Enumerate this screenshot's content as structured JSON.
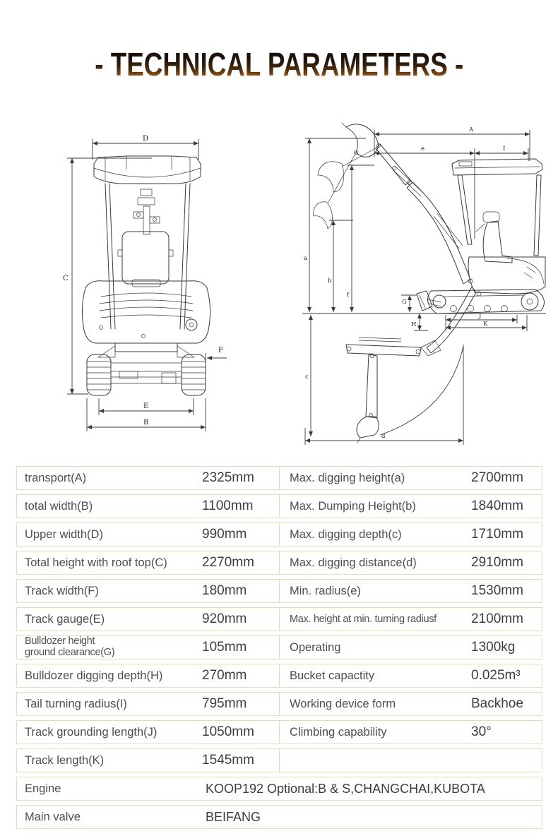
{
  "title": "- TECHNICAL PARAMETERS -",
  "diagram": {
    "front": [
      "D",
      "C",
      "F",
      "E",
      "B"
    ],
    "side": [
      "A",
      "e",
      "I",
      "a",
      "b",
      "f",
      "G",
      "H",
      "J",
      "K",
      "c",
      "d"
    ]
  },
  "table": {
    "rows": [
      {
        "l_label": "transport(A)",
        "l_value": "2325mm",
        "r_label": "Max. digging height(a)",
        "r_value": "2700mm"
      },
      {
        "l_label": "total width(B)",
        "l_value": "1100mm",
        "r_label": "Max. Dumping Height(b)",
        "r_value": "1840mm"
      },
      {
        "l_label": "Upper width(D)",
        "l_value": "990mm",
        "r_label": "Max. digging depth(c)",
        "r_value": "1710mm"
      },
      {
        "l_label": "Total height with roof top(C)",
        "l_value": "2270mm",
        "r_label": "Max. digging distance(d)",
        "r_value": "2910mm"
      },
      {
        "l_label": "Track width(F)",
        "l_value": "180mm",
        "r_label": "Min. radius(e)",
        "r_value": "1530mm"
      },
      {
        "l_label": "Track gauge(E)",
        "l_value": "920mm",
        "r_label": "Max. height at min. turning radiusf",
        "r_value": "2100mm"
      },
      {
        "l_label": "Bulldozer height\nground clearance(G)",
        "l_value": "105mm",
        "r_label": "Operating",
        "r_value": "1300kg"
      },
      {
        "l_label": "Bulldozer digging depth(H)",
        "l_value": "270mm",
        "r_label": "Bucket capactity",
        "r_value": "0.025m³"
      },
      {
        "l_label": "Tail turning radius(I)",
        "l_value": "795mm",
        "r_label": "Working device form",
        "r_value": "Backhoe"
      },
      {
        "l_label": "Track grounding length(J)",
        "l_value": "1050mm",
        "r_label": "Climbing capability",
        "r_value": "30°"
      },
      {
        "l_label": "Track length(K)",
        "l_value": "1545mm",
        "r_label": "",
        "r_value": ""
      }
    ],
    "full_rows": [
      {
        "label": "Engine",
        "value": "KOOP192 Optional:B & S,CHANGCHAI,KUBOTA"
      },
      {
        "label": "Main valve",
        "value": "BEIFANG"
      }
    ]
  },
  "colors": {
    "table_border": "#EAD9BB",
    "label_text": "#4E4E4E",
    "value_text": "#3E3E3E",
    "title_dark": "#17100A",
    "title_glow": "#F7B04A",
    "line_art": "#3A3A3A"
  }
}
